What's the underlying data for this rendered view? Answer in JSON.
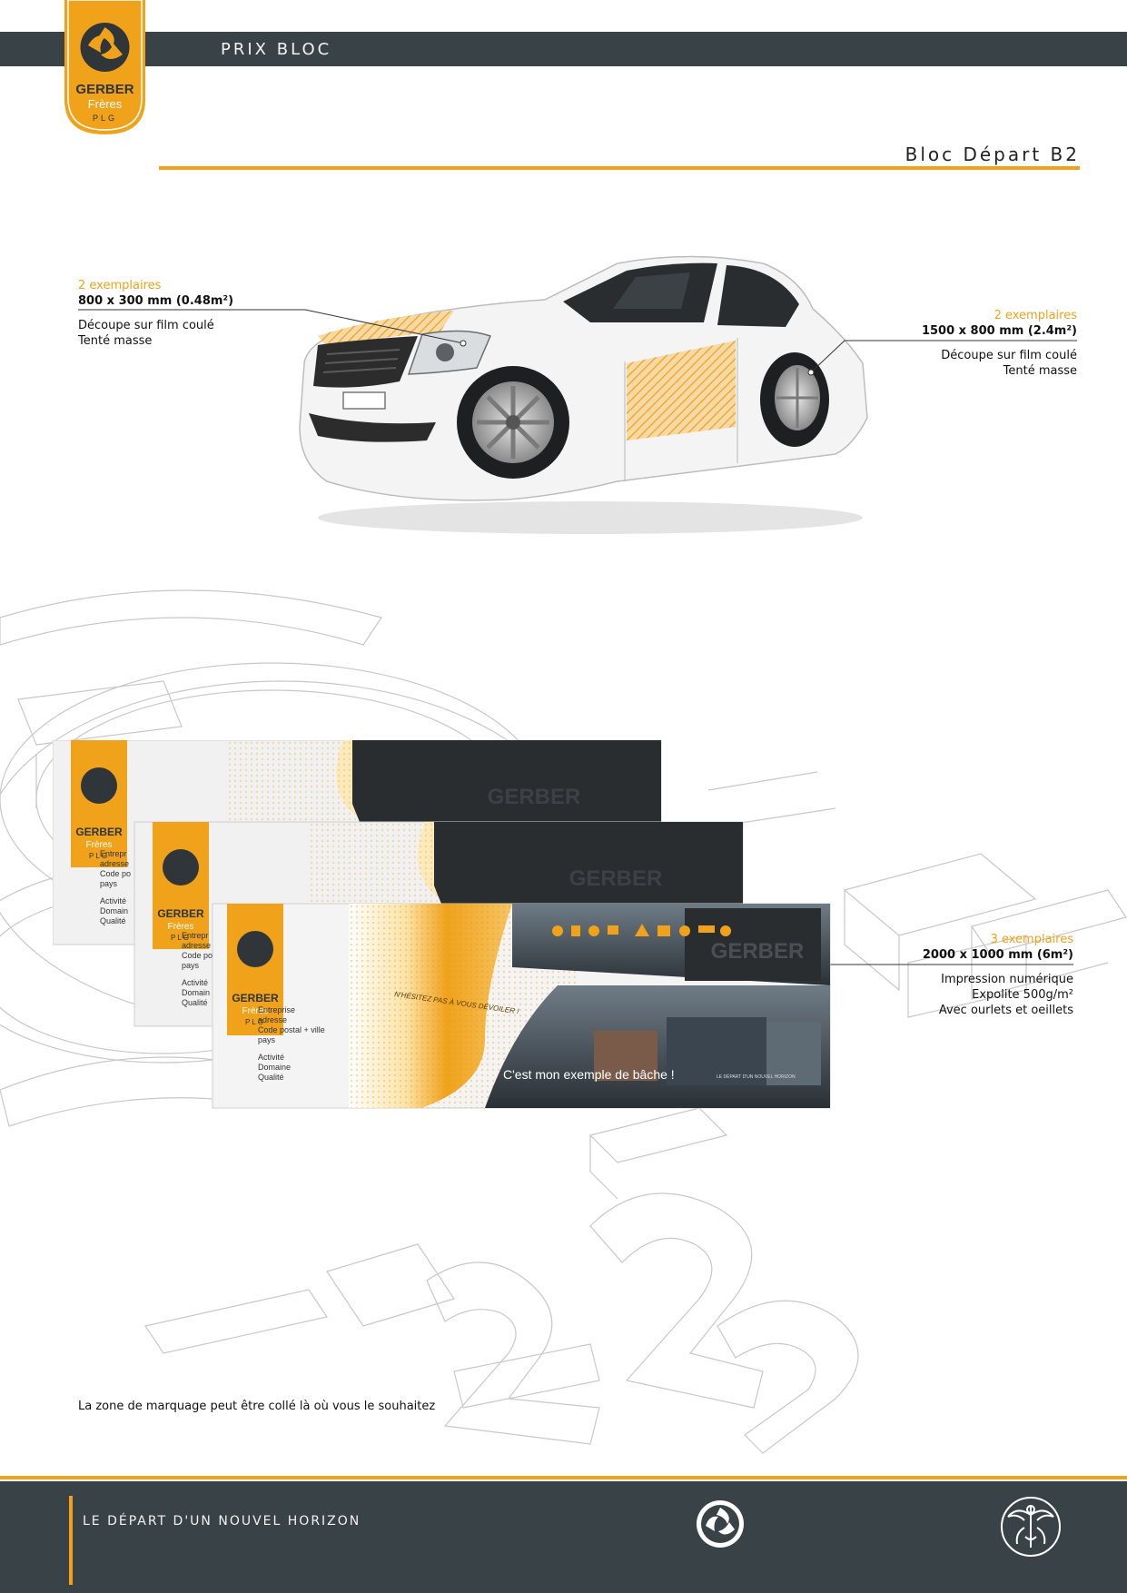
{
  "header": {
    "title": "PRIX BLOC",
    "logo": {
      "line1": "GERBER",
      "line2": "Frères",
      "line3": "PLG"
    }
  },
  "section": {
    "title": "Bloc Départ B2"
  },
  "callouts": [
    {
      "qty": "2 exemplaires",
      "dims": "800 x 300 mm (0.48m²)",
      "desc": [
        "Découpe sur film coulé",
        "Tenté masse"
      ]
    },
    {
      "qty": "2 exemplaires",
      "dims": "1500 x 800 mm (2.4m²)",
      "desc": [
        "Découpe sur film coulé",
        "Tenté masse"
      ]
    },
    {
      "qty": "3 exemplaires",
      "dims": "2000 x 1000 mm (6m²)",
      "desc": [
        "Impression numérique",
        "Expolite 500g/m²",
        "Avec ourlets et oeillets"
      ]
    }
  ],
  "banner": {
    "brand": "GERBER",
    "logo": {
      "line1": "GERBER",
      "line2": "Frères",
      "line3": "PLG"
    },
    "back_address": [
      "Entrepr",
      "adresse",
      "Code po",
      "pays"
    ],
    "back_activity": [
      "Activité",
      "Domain",
      "Qualité"
    ],
    "address": [
      "Entreprise",
      "adresse",
      "Code postal + ville",
      "pays"
    ],
    "activity": [
      "Activité",
      "Domaine",
      "Qualité"
    ],
    "tagline": "N'HÉSITEZ PAS À VOUS DÉVOILER !",
    "sample": "C'est mon exemple de bâche !",
    "slogan_small": "LE DÉPART D'UN NOUVEL HORIZON"
  },
  "note": "La zone de marquage peut être collé là où vous le souhaitez",
  "footer": {
    "slogan": "LE DÉPART D'UN NOUVEL HORIZON"
  },
  "colors": {
    "accent": "#f0a21b",
    "band": "#394347"
  },
  "icons": [
    "gerber-logo-icon",
    "swirl-logo-icon",
    "dragon-emblem-icon",
    "car-illustration",
    "tarp-banner"
  ]
}
